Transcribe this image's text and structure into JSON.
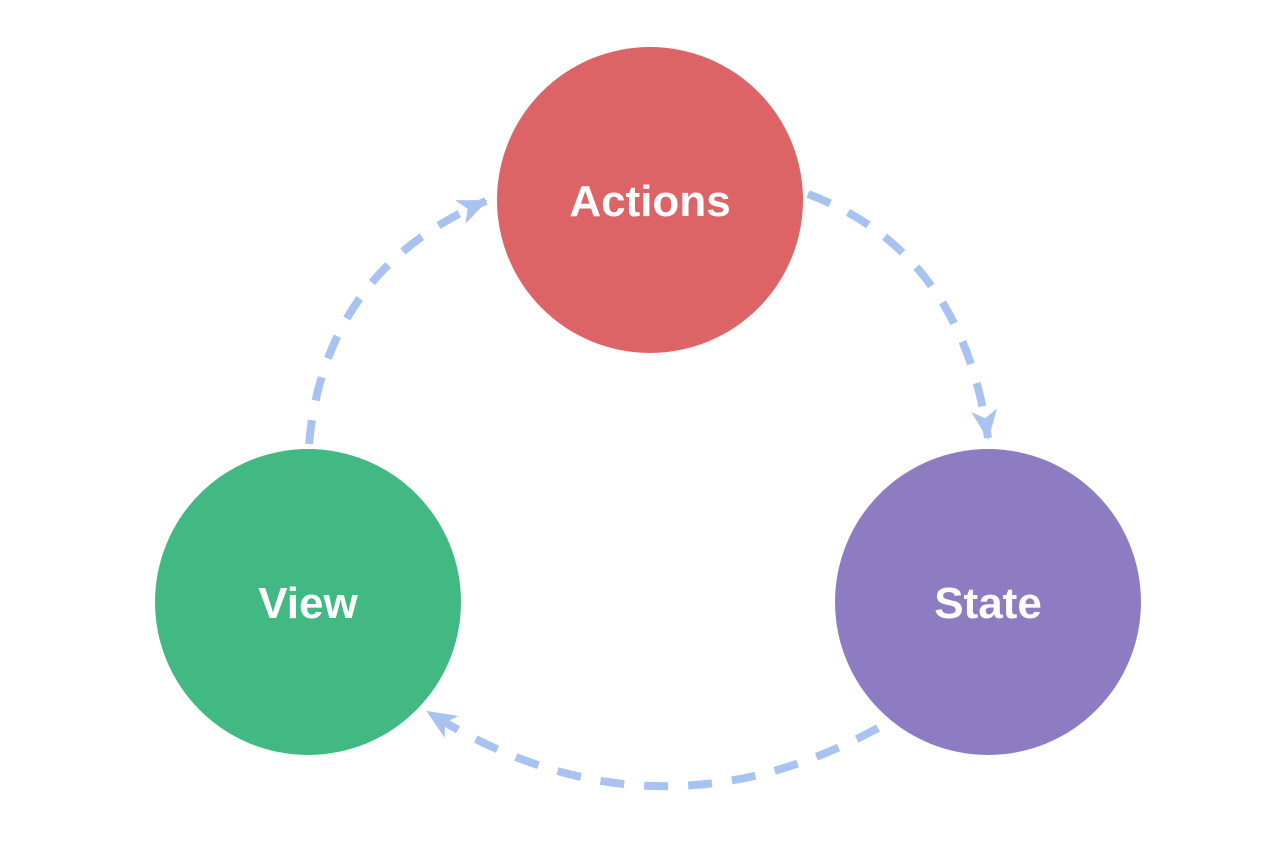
{
  "diagram": {
    "kind": "one-way-data-flow-cycle",
    "background_color": "#ffffff",
    "text_color": "#ffffff",
    "arrow_color": "#a9c3f1",
    "arrow_style": "dashed",
    "nodes": [
      {
        "id": "actions",
        "label": "Actions",
        "color": "#dc6467",
        "position": "top"
      },
      {
        "id": "state",
        "label": "State",
        "color": "#8e7cc3",
        "position": "bottom-right"
      },
      {
        "id": "view",
        "label": "View",
        "color": "#42b983",
        "position": "bottom-left"
      }
    ],
    "edges": [
      {
        "from": "view",
        "to": "actions"
      },
      {
        "from": "actions",
        "to": "state"
      },
      {
        "from": "state",
        "to": "view"
      }
    ]
  }
}
